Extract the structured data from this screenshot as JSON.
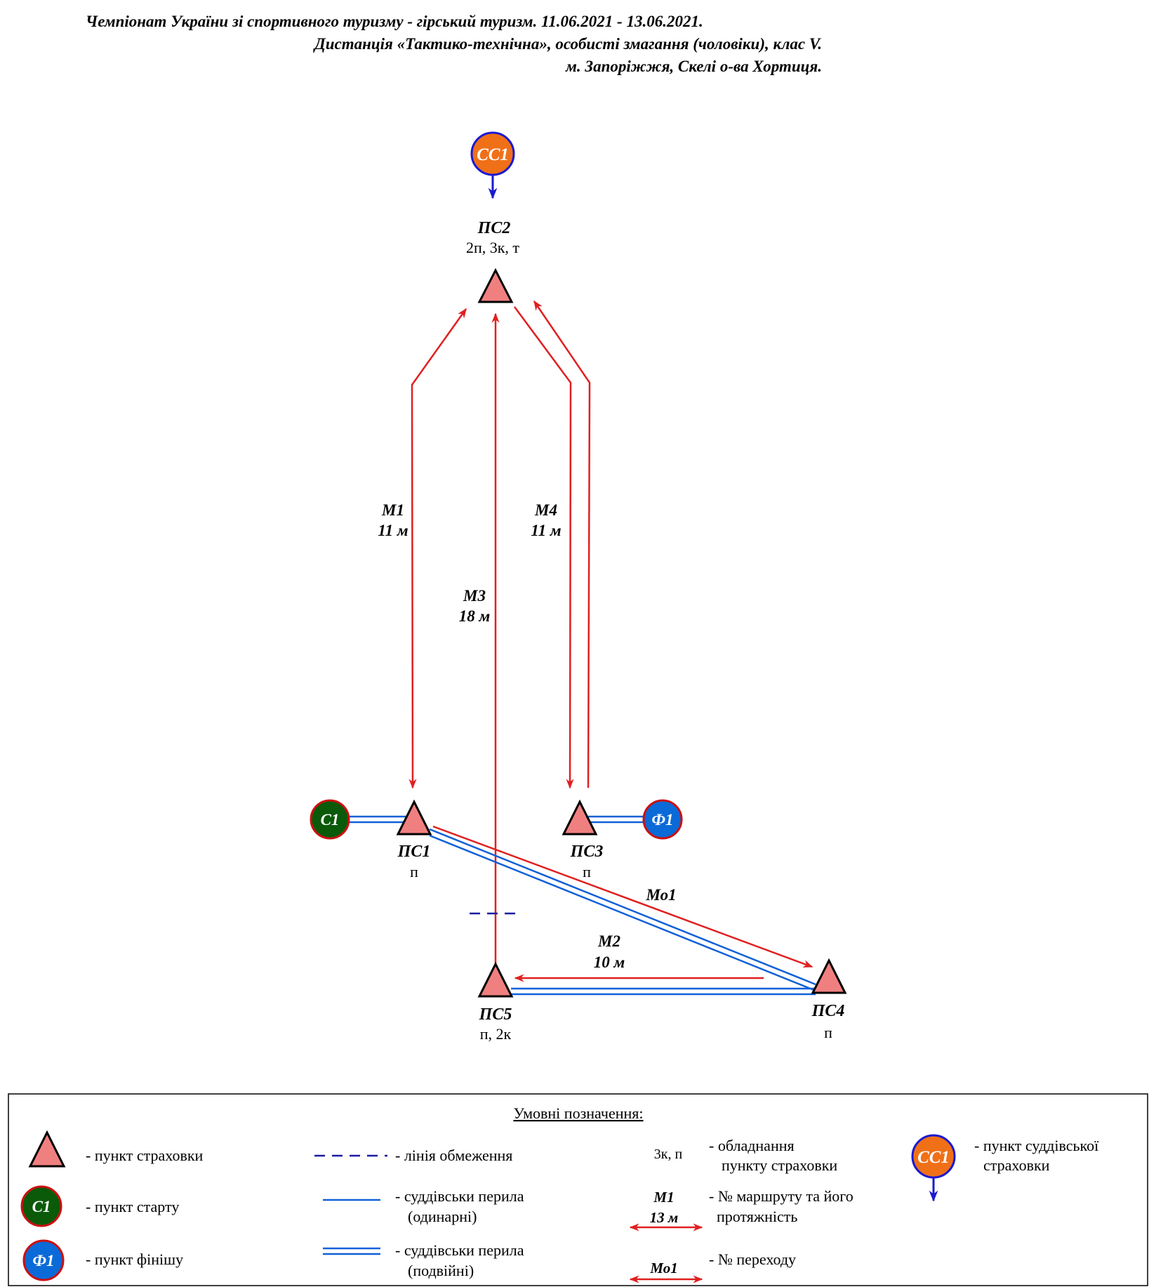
{
  "header": {
    "line1": "Чемпіонат України зі спортивного туризму - гірський туризм.  11.06.2021 - 13.06.2021.",
    "line2": "Дистанція «Тактико-технічна», особисті змагання (чоловіки), клас V.",
    "line3": "м. Запоріжжя, Скелі о-ва Хортиця."
  },
  "colors": {
    "triangle_fill": "#f08080",
    "route_red": "#e02020",
    "rail_blue": "#1060d8",
    "limit_navy": "#1a1aa0",
    "start_fill": "#0a5a0a",
    "finish_fill": "#0a6ad8",
    "judge_fill": "#f07018",
    "circle_border_red": "#cc1010",
    "circle_border_blue": "#1a1ad0"
  },
  "points": {
    "ss1": {
      "label": "СС1"
    },
    "ps2": {
      "name": "ПС2",
      "equip": "2п, 3к, т"
    },
    "ps1": {
      "name": "ПС1",
      "equip": "п"
    },
    "ps3": {
      "name": "ПС3",
      "equip": "п"
    },
    "ps4": {
      "name": "ПС4",
      "equip": "п"
    },
    "ps5": {
      "name": "ПС5",
      "equip": "п, 2к"
    },
    "c1": {
      "label": "С1"
    },
    "f1": {
      "label": "Ф1"
    }
  },
  "routes": {
    "m1": {
      "name": "М1",
      "length": "11 м"
    },
    "m3": {
      "name": "М3",
      "length": "18 м"
    },
    "m4": {
      "name": "М4",
      "length": "11 м"
    },
    "m2": {
      "name": "М2",
      "length": "10 м"
    },
    "mo1": {
      "name": "Мо1"
    }
  },
  "legend": {
    "title": "Умовні позначення:",
    "belay_point": "- пункт страховки",
    "start_point": "- пункт старту",
    "finish_point": "- пункт фінішу",
    "start_symbol": "С1",
    "finish_symbol": "Ф1",
    "limit_line": "- лінія обмеження",
    "single_rail_1": "- суддівськи перила",
    "single_rail_2": "(одинарні)",
    "double_rail_1": "- суддівськи перила",
    "double_rail_2": "(подвійні)",
    "equip_example": "3к, п",
    "equip_1": "- обладнання",
    "equip_2": "пункту страховки",
    "route_example_name": "М1",
    "route_example_length": "13 м",
    "route_1": "- № маршруту та його",
    "route_2": "протяжність",
    "crossing_example": "Мо1",
    "crossing": "- № переходу",
    "judge_symbol": "СС1",
    "judge_1": "- пункт суддівської",
    "judge_2": "страховки"
  }
}
